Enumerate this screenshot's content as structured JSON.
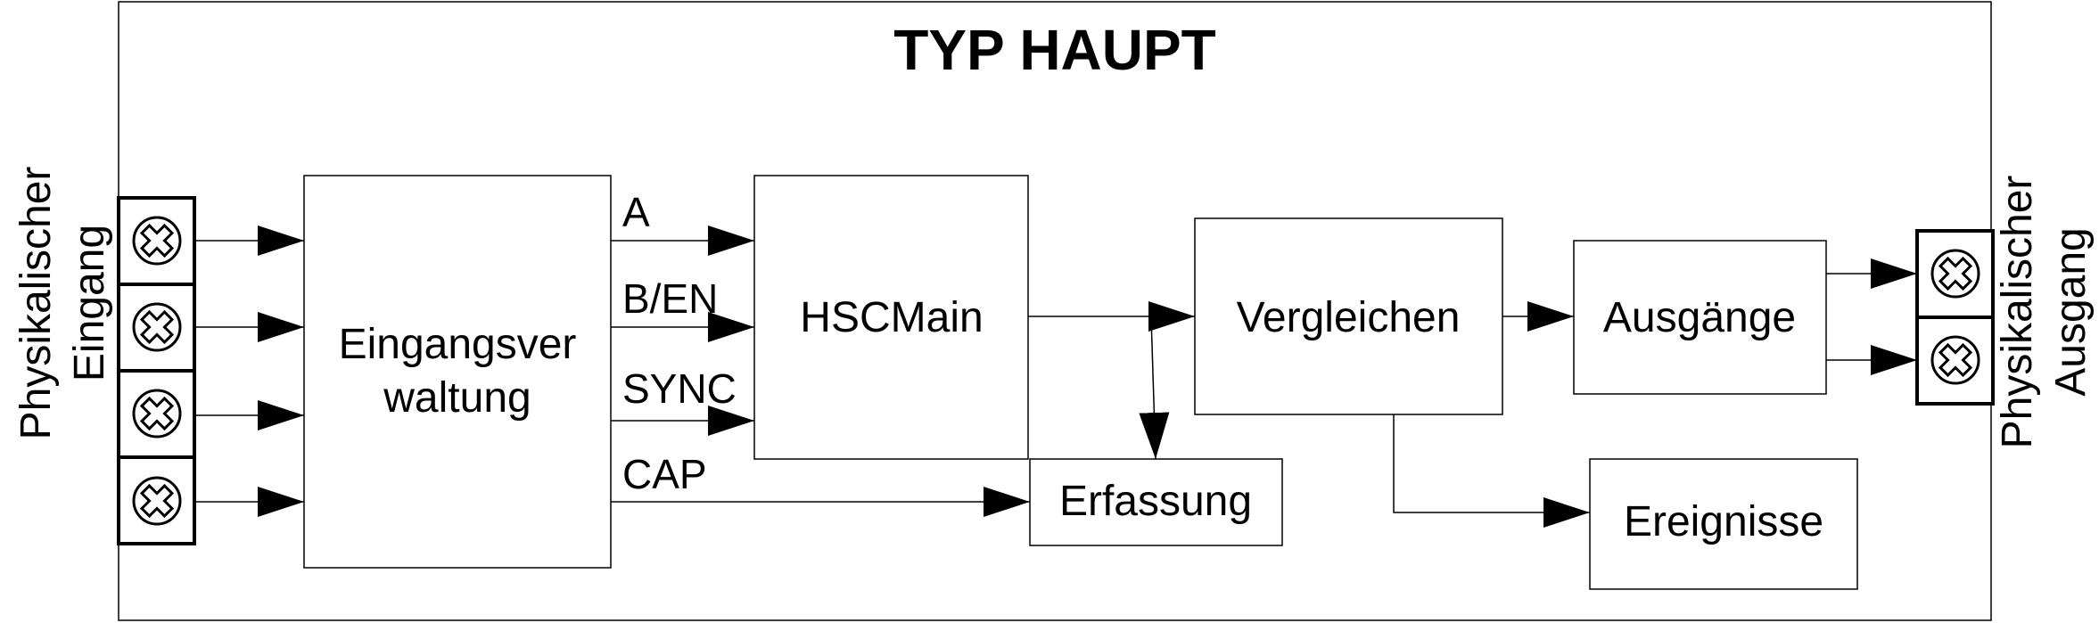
{
  "title": "TYP HAUPT",
  "side_labels": {
    "input_line1": "Physikalischer",
    "input_line2": "Eingang",
    "output_line1": "Physikalischer",
    "output_line2": "Ausgang"
  },
  "blocks": {
    "input_manager_line1": "Eingangsver",
    "input_manager_line2": "waltung",
    "hsc_main": "HSCMain",
    "compare": "Vergleichen",
    "outputs": "Ausgänge",
    "capture": "Erfassung",
    "events": "Ereignisse"
  },
  "signals": {
    "a": "A",
    "b_en": "B/EN",
    "sync": "SYNC",
    "cap": "CAP"
  },
  "icons": {
    "terminal": "screw-terminal-icon"
  }
}
